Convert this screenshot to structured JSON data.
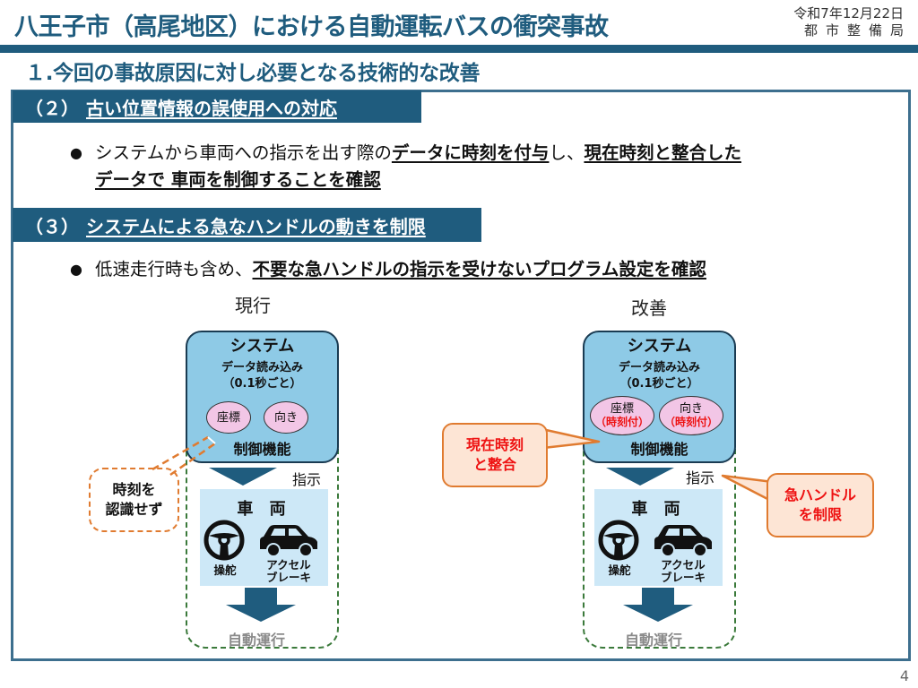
{
  "header": {
    "title": "八王子市（高尾地区）における自動運転バスの衝突事故",
    "date": "令和7年12月22日",
    "department": "都市整備局"
  },
  "subtitle": "１.今回の事故原因に対し必要となる技術的な改善",
  "sections": [
    {
      "number": "（２）",
      "title": "古い位置情報の誤使用への対応",
      "bullet": {
        "parts": [
          {
            "text": "システムから車両への指示を出す際の",
            "emphasis": false
          },
          {
            "text": "データに時刻を付与",
            "emphasis": true
          },
          {
            "text": "し、",
            "emphasis": false
          },
          {
            "text": "現在時刻と整合した",
            "emphasis": true
          }
        ],
        "line2": [
          {
            "text": "データで 車両を制御することを確認",
            "emphasis": true
          }
        ]
      }
    },
    {
      "number": "（３）",
      "title": "システムによる急なハンドルの動きを制限",
      "bullet": {
        "parts": [
          {
            "text": "低速走行時も含め、",
            "emphasis": false
          },
          {
            "text": "不要な急ハンドルの指示を受けないプログラム設定を確認",
            "emphasis": true
          }
        ]
      }
    }
  ],
  "diagrams": {
    "current": {
      "label": "現行",
      "system": "システム",
      "data_read": "データ読み込み",
      "interval": "（0.1秒ごと）",
      "ovals": [
        {
          "label": "座標",
          "tag": ""
        },
        {
          "label": "向き",
          "tag": ""
        }
      ],
      "control": "制御機能",
      "instruction": "指示",
      "vehicle": "車 両",
      "steering": "操舵",
      "accel_line1": "アクセル",
      "accel_line2": "ブレーキ",
      "result": "自動運行",
      "callout_line1": "時刻を",
      "callout_line2": "認識せず"
    },
    "improved": {
      "label": "改善",
      "system": "システム",
      "data_read": "データ読み込み",
      "interval": "（0.1秒ごと）",
      "ovals": [
        {
          "label": "座標",
          "tag": "（時刻付）"
        },
        {
          "label": "向き",
          "tag": "（時刻付）"
        }
      ],
      "control": "制御機能",
      "instruction": "指示",
      "vehicle": "車 両",
      "steering": "操舵",
      "accel_line1": "アクセル",
      "accel_line2": "ブレーキ",
      "result": "自動運行",
      "callout_left_line1": "現在時刻",
      "callout_left_line2": "と整合",
      "callout_right_line1": "急ハンドル",
      "callout_right_line2": "を制限"
    }
  },
  "colors": {
    "brand": "#1f5c7e",
    "system_fill": "#8ecae6",
    "oval_fill": "#f2c6e6",
    "callout_border": "#e07b30",
    "callout_text": "#ee1111"
  },
  "page_number": "4"
}
